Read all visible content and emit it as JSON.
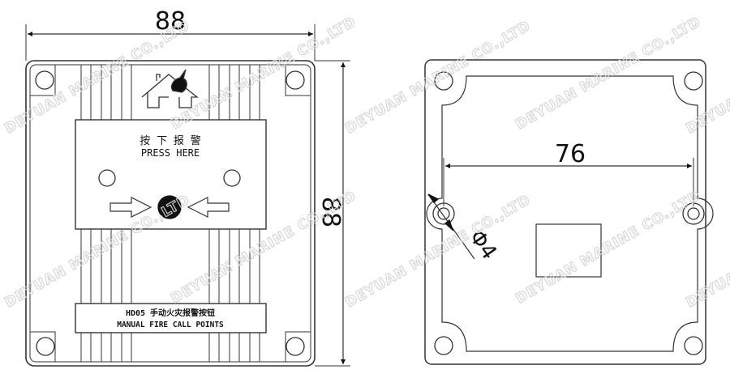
{
  "drawing": {
    "title": "HD05 Manual Fire Call Point dimension drawing",
    "front_view": {
      "dim_width": "88",
      "dim_height": "88",
      "panel_cn": "按 下 报 警",
      "panel_en": "PRESS HERE",
      "nameplate_line1": "HD05 手动火灾报警按钮",
      "nameplate_line2": "MANUAL  FIRE  CALL  POINTS",
      "icon": "house-fire-icon"
    },
    "back_view": {
      "dim_hole_spacing": "76",
      "dim_hole_diameter": "Φ4"
    },
    "watermark": "DEYUAN MARINE CO.,LTD",
    "colors": {
      "line": "#333333",
      "watermark": "#d4d4d4",
      "button": "#111111"
    }
  }
}
